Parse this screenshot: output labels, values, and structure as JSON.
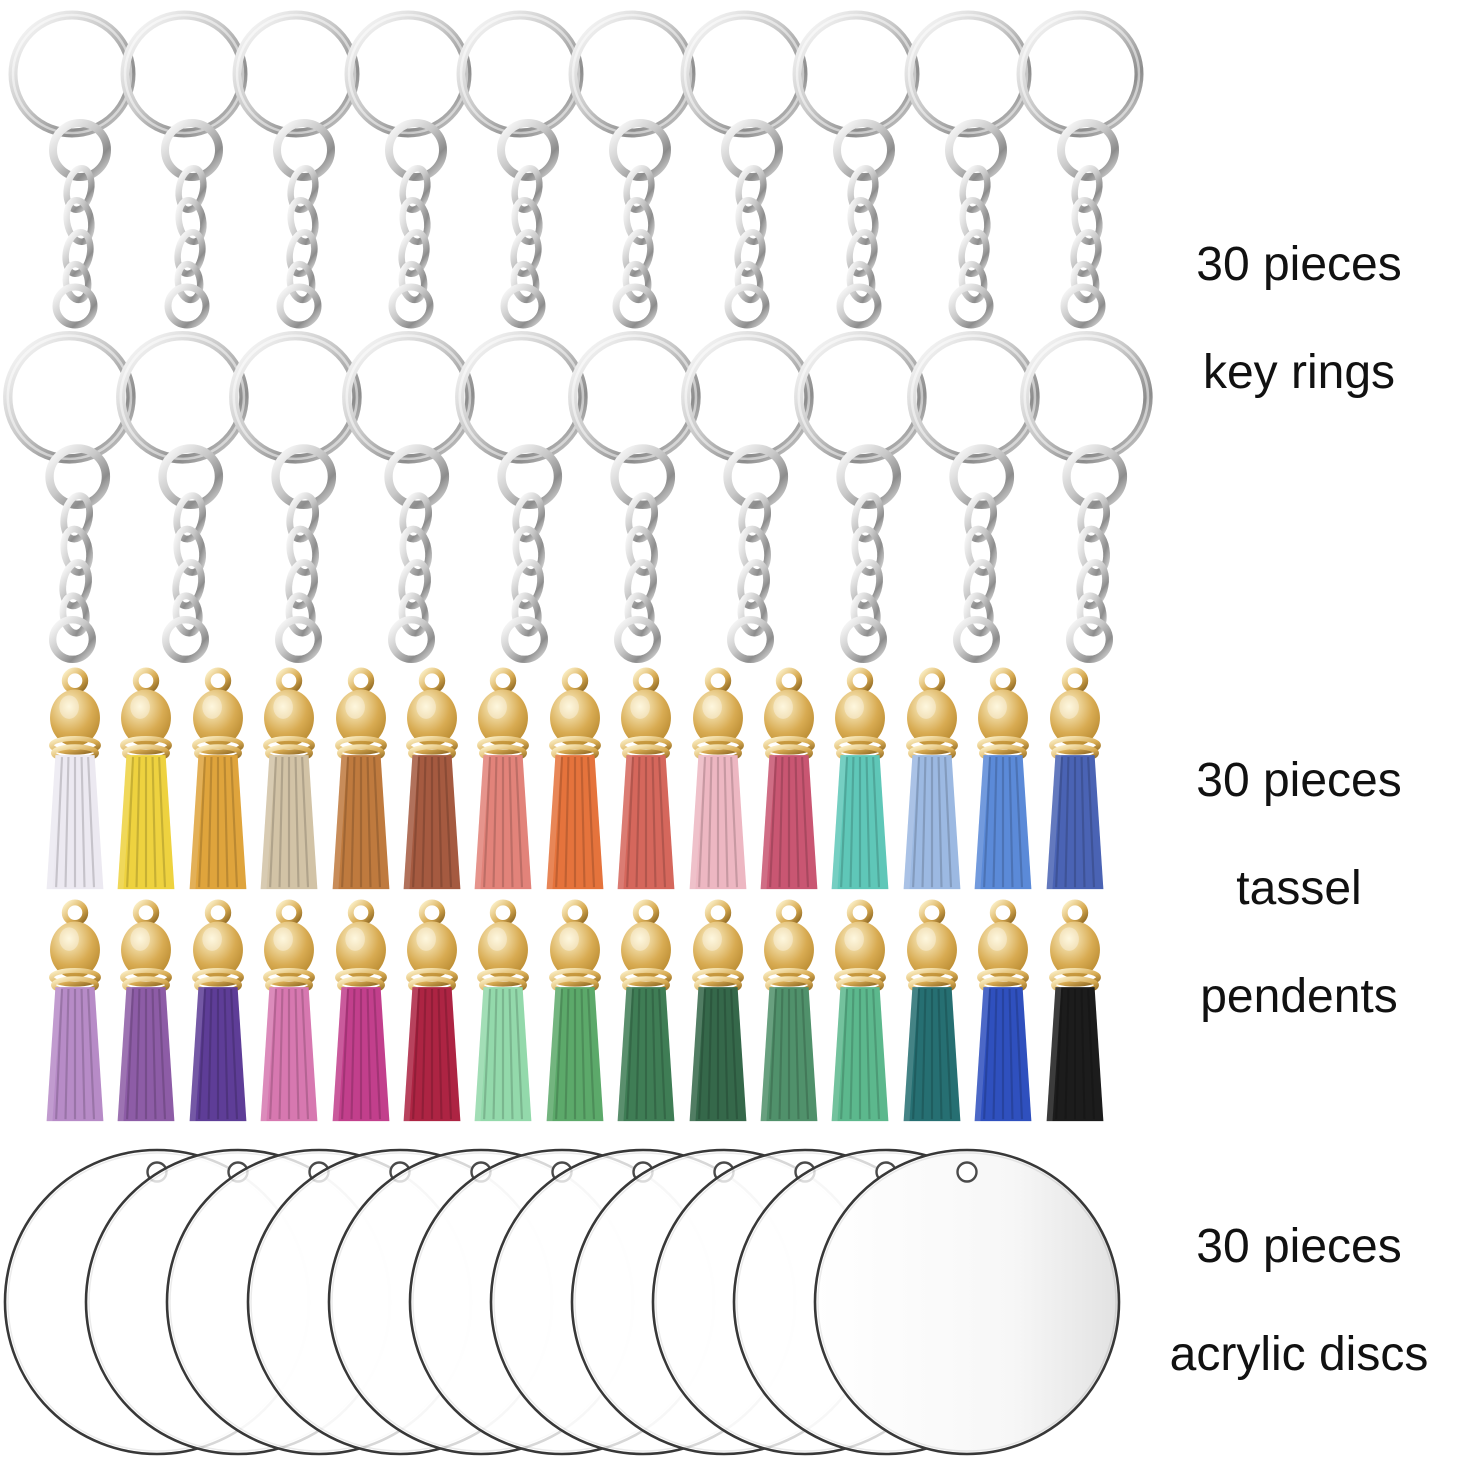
{
  "sections": {
    "key_rings": {
      "label_lines": [
        "30 pieces",
        "key rings"
      ],
      "rows": [
        10,
        10
      ]
    },
    "tassel_pendants": {
      "label_lines": [
        "30 pieces",
        "tassel",
        "pendents"
      ],
      "row1_colors": [
        "#ece9f1",
        "#eed23f",
        "#dfa43c",
        "#d2c3a6",
        "#bf7a3e",
        "#a55a40",
        "#e2837a",
        "#e5733c",
        "#d5675c",
        "#edb7c2",
        "#c95672",
        "#5fc7b8",
        "#9cb9e2",
        "#5b8ad8",
        "#4a63b4"
      ],
      "row2_colors": [
        "#b78bc7",
        "#8d5ca6",
        "#5e3d97",
        "#d778b0",
        "#c23f8c",
        "#ad2443",
        "#93d9ab",
        "#5ca96a",
        "#3f7d55",
        "#35684a",
        "#50916b",
        "#5cb88d",
        "#266f72",
        "#2f50be",
        "#1c1c1c"
      ]
    },
    "acrylic_discs": {
      "label_lines": [
        "30 pieces",
        "acrylic discs"
      ],
      "count": 11
    }
  },
  "colors": {
    "background": "#ffffff",
    "text": "#111111",
    "silver_highlight": "#ffffff",
    "silver_mid": "#c8c8c8",
    "silver_shadow": "#8c8c8c",
    "silver_light": "#e0e0e0",
    "gold_highlight": "#fdf3cd",
    "gold_mid": "#d8ab52",
    "gold_deep": "#b5862c",
    "gold_shadow": "#8a6420",
    "disc_outline": "#383838",
    "disc_shade_edge": "#e2e2e2"
  }
}
